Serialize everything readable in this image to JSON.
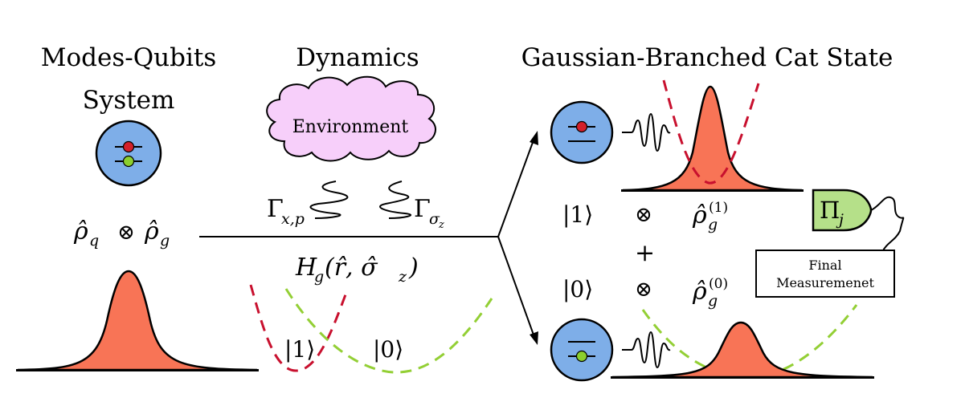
{
  "titles": {
    "modes_line1": "Modes-Qubits",
    "modes_line2": "System",
    "dynamics": "Dynamics",
    "cat_state": "Gaussian-Branched Cat State"
  },
  "environment": {
    "label": "Environment"
  },
  "rates": {
    "gamma_symbol": "Γ",
    "gamma_xp_sub": "x,p",
    "gamma_sz_sub_sigma": "σ",
    "gamma_sz_sub_z": "z"
  },
  "initial_state": {
    "rho": "ρ̂",
    "q_sub": "q",
    "tensor": "⊗",
    "g_sub": "g"
  },
  "hamiltonian": {
    "H": "H",
    "g_sub": "g",
    "args": "(r̂, σ̂",
    "z_sub": "z",
    "close": ")"
  },
  "potential_kets": {
    "one": "|1⟩",
    "zero": "|0⟩"
  },
  "branches": {
    "ket_one": "|1⟩",
    "ket_zero": "|0⟩",
    "tensor": "⊗",
    "plus": "+",
    "rho": "ρ̂",
    "g_sub": "g",
    "sup_one": "(1)",
    "sup_zero": "(0)"
  },
  "measurement": {
    "pi": "Π",
    "pi_sub": "j",
    "box_line1": "Final",
    "box_line2": "Measuremenet"
  },
  "colors": {
    "qubit_blue": "#7eaee8",
    "excited_red": "#d4202a",
    "ground_green": "#8ccf2e",
    "gaussian_fill": "#f87456",
    "cloud_fill": "#f7cffa",
    "red_dashed": "#c8102e",
    "green_dashed": "#93cf35",
    "detector_fill": "#b5e089"
  }
}
